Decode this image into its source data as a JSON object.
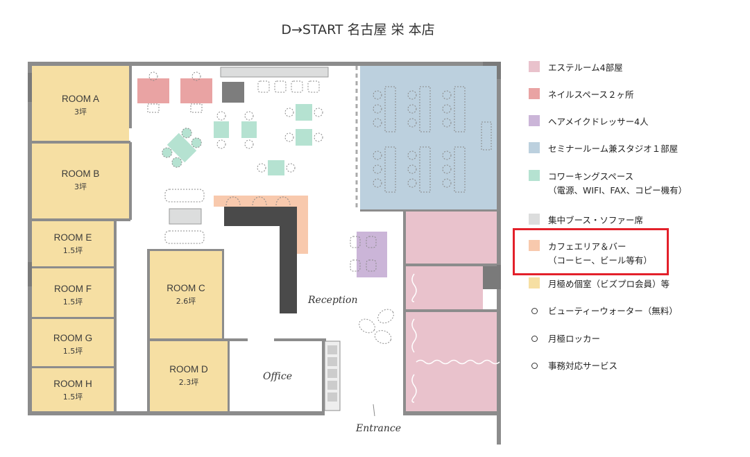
{
  "title": "D→START 名古屋 栄 本店",
  "rooms": [
    {
      "name": "ROOM A",
      "size": "3坪"
    },
    {
      "name": "ROOM B",
      "size": "3坪"
    },
    {
      "name": "ROOM E",
      "size": "1.5坪"
    },
    {
      "name": "ROOM F",
      "size": "1.5坪"
    },
    {
      "name": "ROOM G",
      "size": "1.5坪"
    },
    {
      "name": "ROOM H",
      "size": "1.5坪"
    },
    {
      "name": "ROOM C",
      "size": "2.6坪"
    },
    {
      "name": "ROOM D",
      "size": "2.3坪"
    }
  ],
  "areas": {
    "office": "Office",
    "reception": "Reception",
    "entrance": "Entrance"
  },
  "legend": [
    {
      "color": "#e9c2cc",
      "line1": "エステルーム4部屋",
      "line2": ""
    },
    {
      "color": "#e9a3a3",
      "line1": "ネイルスペース２ヶ所",
      "line2": ""
    },
    {
      "color": "#cbb5d8",
      "line1": "ヘアメイクドレッサー4人",
      "line2": ""
    },
    {
      "color": "#bcd0de",
      "line1": "セミナールーム兼スタジオ１部屋",
      "line2": ""
    },
    {
      "color": "#b5e2d1",
      "line1": "コワーキングスペース",
      "line2": "（電源、WIFI、FAX、コピー機有）"
    },
    {
      "color": "#dcdddd",
      "line1": "集中ブース・ソファー席",
      "line2": ""
    },
    {
      "color": "#f8c9ad",
      "line1": "カフェエリア＆バー",
      "line2": "（コーヒー、ビール等有）"
    },
    {
      "color": "#f6dfa3",
      "line1": "月極め個室（ビズプロ会員）等",
      "line2": ""
    }
  ],
  "services": [
    "ビューティーウォーター（無料）",
    "月極ロッカー",
    "事務対応サービス"
  ],
  "colors": {
    "wall": "#8c8c8c",
    "room": "#f6dfa3",
    "esthe": "#e9c2cc",
    "nail": "#e9a3a3",
    "hair": "#cbb5d8",
    "seminar": "#bcd0de",
    "cowork": "#b5e2d1",
    "booth": "#dcdddd",
    "cafe": "#f8c9ad",
    "counter": "#4a4a4a",
    "highlight": "#e3202a"
  }
}
